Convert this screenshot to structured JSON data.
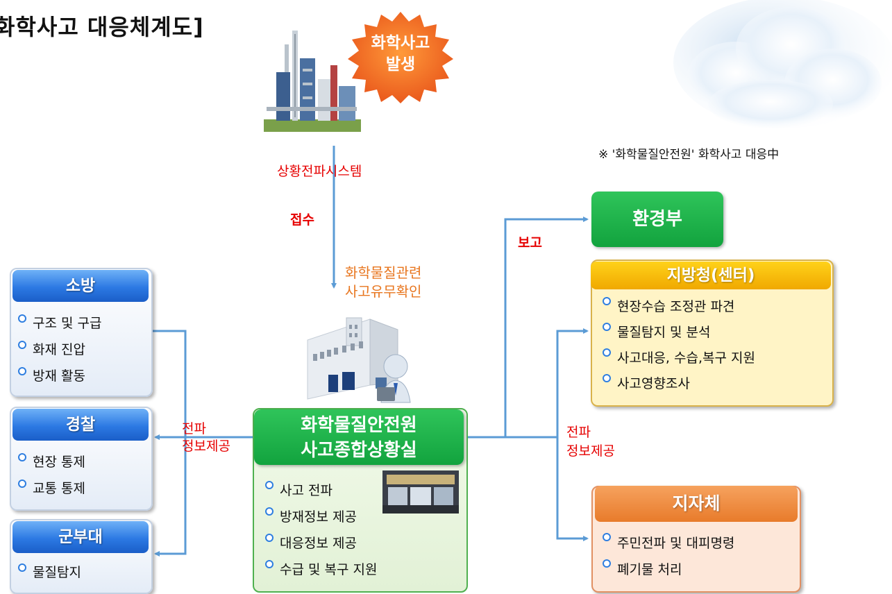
{
  "title": "화학사고 대응체계도]",
  "note": "※ '화학물질안전원' 화학사고 대응中",
  "incident": {
    "line1": "화학사고",
    "line2": "발생"
  },
  "flow_labels": {
    "alert_system": "상황전파시스템",
    "receipt": "접수",
    "check_line1": "화학물질관련",
    "check_line2": "사고유무확인",
    "report": "보고",
    "left_dissem_line1": "전파",
    "left_dissem_line2": "정보제공",
    "right_dissem_line1": "전파",
    "right_dissem_line2": "정보제공"
  },
  "center": {
    "title_line1": "화학물질안전원",
    "title_line2": "사고종합상황실",
    "items": [
      "사고 전파",
      "방재정보 제공",
      "대응정보 제공",
      "수급 및 복구 지원"
    ]
  },
  "fire": {
    "title": "소방",
    "items": [
      "구조 및 구급",
      "화재 진압",
      "방재 활동"
    ]
  },
  "police": {
    "title": "경찰",
    "items": [
      "현장 통제",
      "교통 통제"
    ]
  },
  "military": {
    "title": "군부대",
    "items": [
      "물질탐지"
    ]
  },
  "ministry": {
    "title": "환경부"
  },
  "regional": {
    "title": "지방청(센터)",
    "items": [
      "현장수습 조정관 파견",
      "물질탐지 및 분석",
      "사고대응, 수습,복구 지원",
      "사고영향조사"
    ]
  },
  "local_gov": {
    "title": "지자체",
    "items": [
      "주민전파 및 대피명령",
      "폐기물 처리"
    ]
  },
  "colors": {
    "arrow": "#5b9bd5",
    "red_label": "#e60000",
    "orange_label": "#e8761f",
    "green": "#12a33e",
    "blue_header": "#2c79e3",
    "yellow_header": "#f0a800",
    "orange_header": "#e87b2b"
  }
}
